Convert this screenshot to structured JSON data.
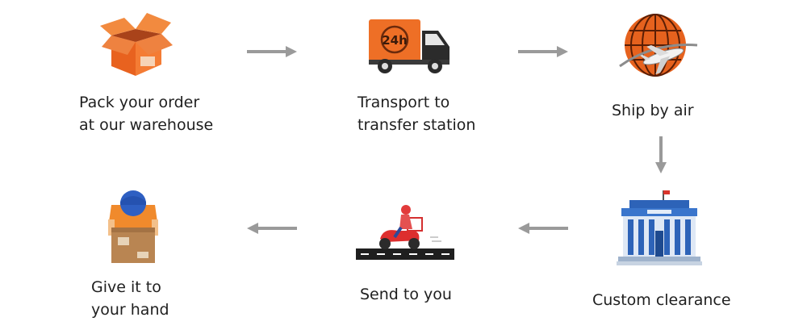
{
  "steps": [
    {
      "line1": "Pack your order",
      "line2": "at our warehouse",
      "icon": "open-box-icon"
    },
    {
      "line1": "Transport to",
      "line2": "transfer station",
      "icon": "delivery-truck-24h-icon",
      "badge": "24h"
    },
    {
      "line1": "Ship by air",
      "icon": "globe-airplane-icon"
    },
    {
      "line1": "Custom clearance",
      "icon": "customs-building-icon"
    },
    {
      "line1": "Send to you",
      "icon": "delivery-scooter-icon"
    },
    {
      "line1": "Give it to",
      "line2": "your hand",
      "icon": "courier-holding-box-icon"
    }
  ],
  "colors": {
    "accent": "#f0752b",
    "arrow": "#9a9a9a",
    "building": "#2d63b8"
  }
}
